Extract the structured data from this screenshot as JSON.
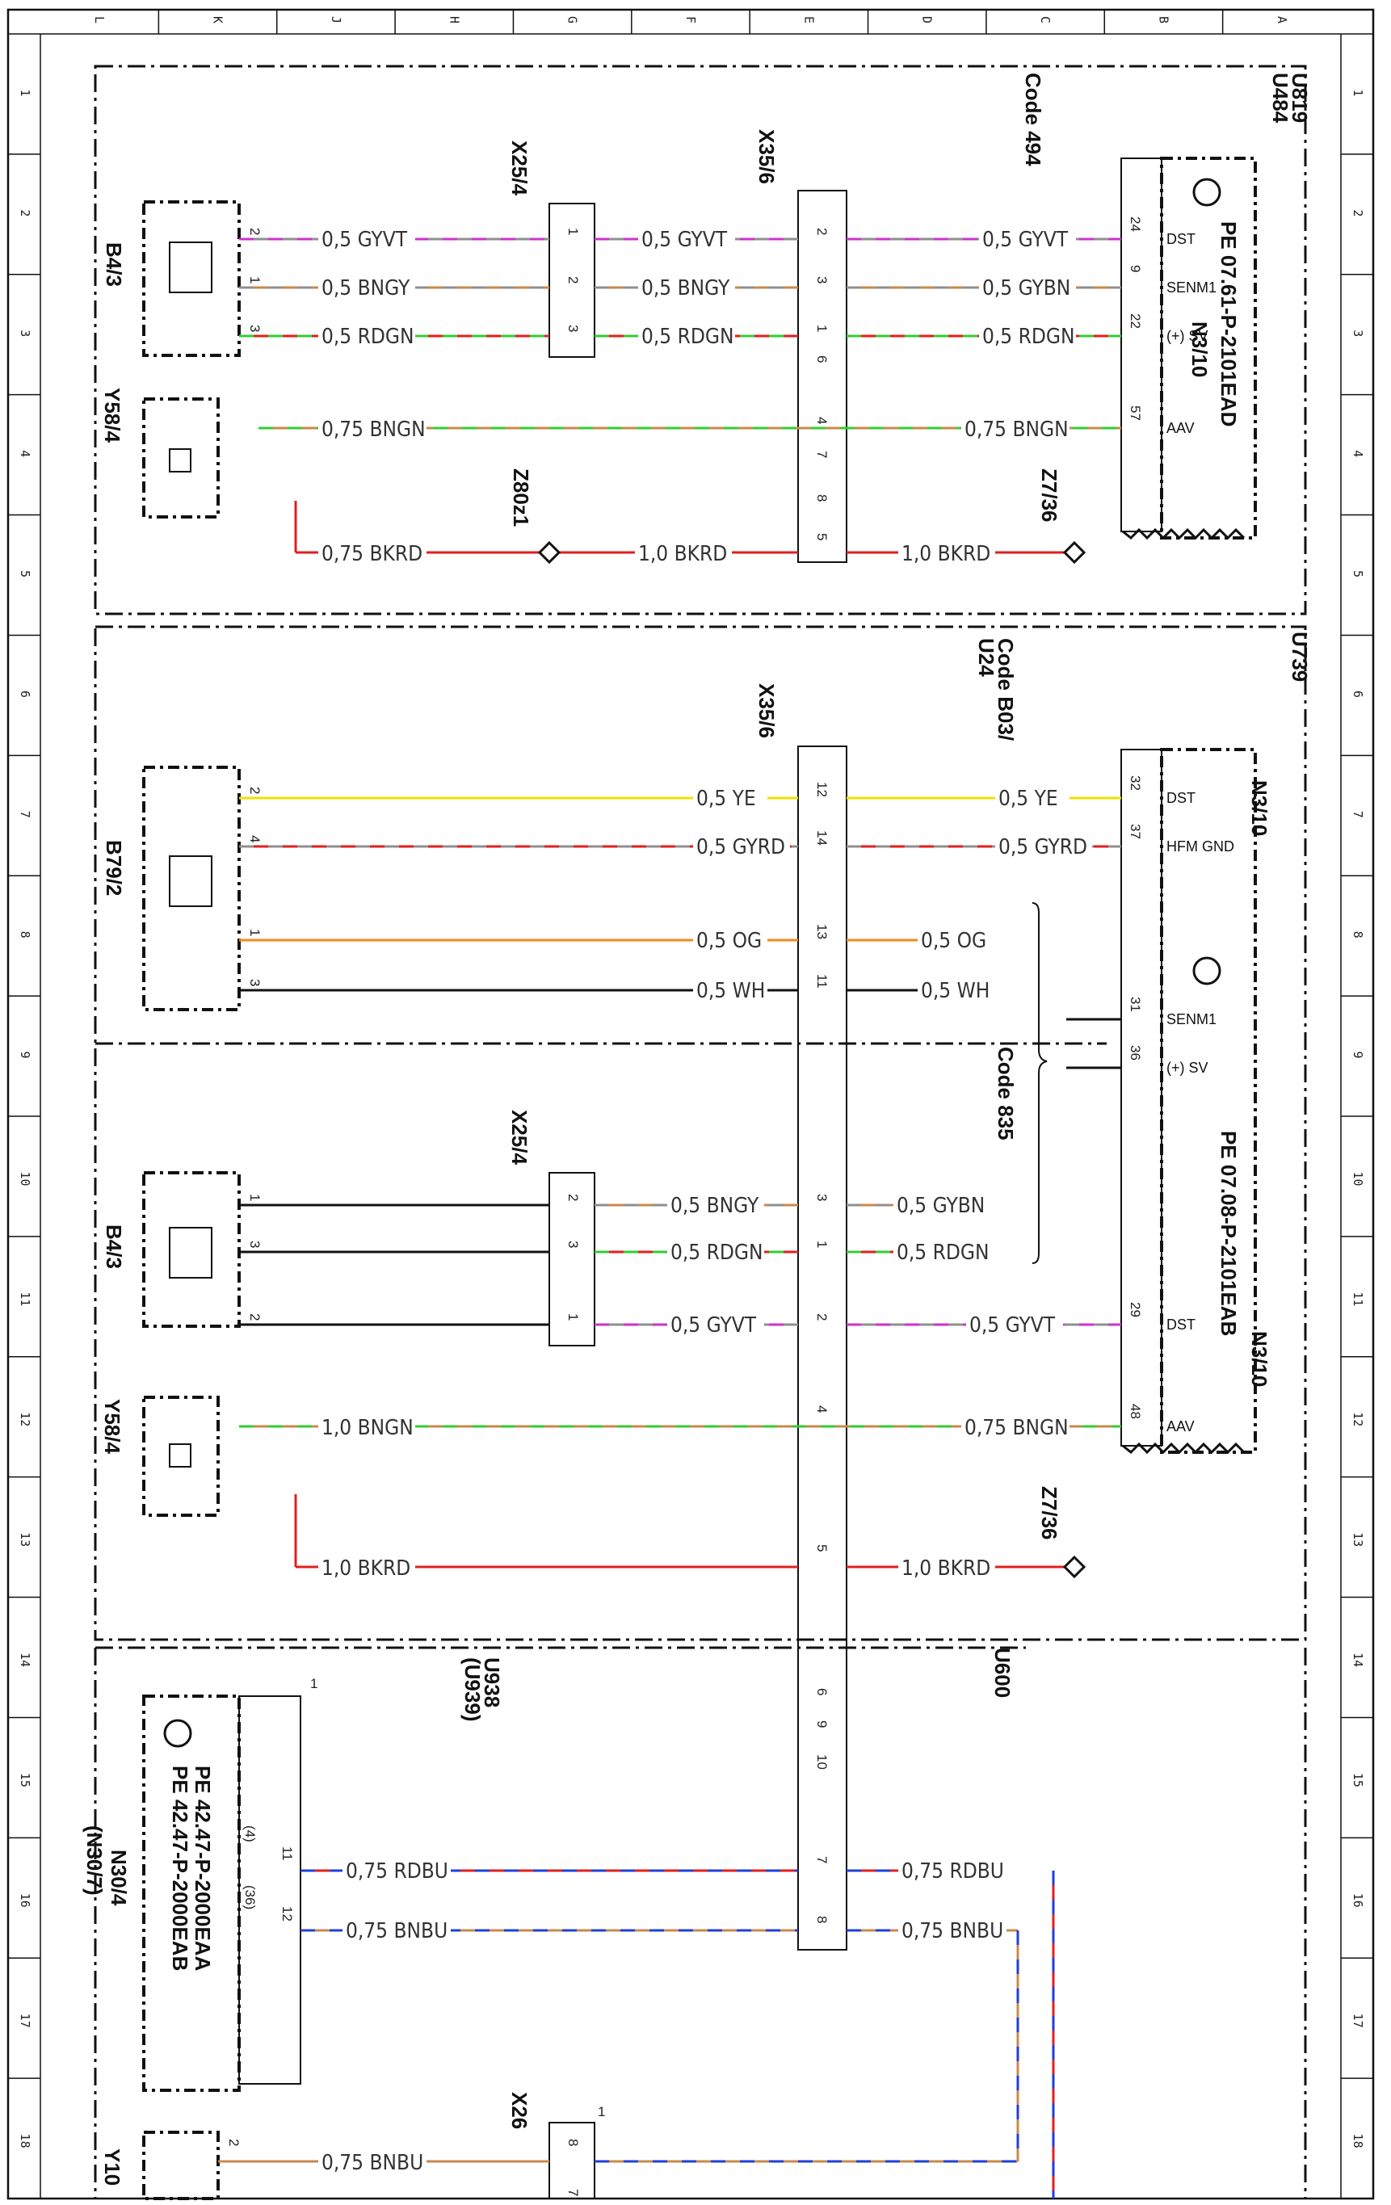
{
  "grid": {
    "columns": [
      "L",
      "K",
      "J",
      "H",
      "G",
      "F",
      "E",
      "D",
      "C",
      "B",
      "A"
    ],
    "rows": [
      "1",
      "2",
      "3",
      "4",
      "5",
      "6",
      "7",
      "8",
      "9",
      "10",
      "11",
      "12",
      "13",
      "14",
      "15",
      "16",
      "17",
      "18"
    ]
  },
  "section1": {
    "codes": [
      "U819",
      "U484",
      "Code 494"
    ],
    "components": {
      "N3_10": "N3/10",
      "pe": "PE 07.61-P-2101EAD",
      "B4_3": "B4/3",
      "Y58_4": "Y58/4",
      "X35_6": "X35/6",
      "X25_4": "X25/4",
      "Z80z1": "Z80z1",
      "Z7_36": "Z7/36"
    },
    "pins_n3": [
      {
        "num": "24",
        "sig": "DST"
      },
      {
        "num": "9",
        "sig": "SENM1"
      },
      {
        "num": "22",
        "sig": "(+) SV"
      },
      {
        "num": "57",
        "sig": "AAV"
      }
    ],
    "wires": [
      {
        "left": "0,5 GYVT",
        "mid": "0,5 GYVT",
        "right": "0,5 GYVT",
        "xa": "1",
        "xb": "2",
        "bp": "2"
      },
      {
        "left": "0,5 BNGY",
        "mid": "0,5 BNGY",
        "right": "0,5 GYBN",
        "xa": "2",
        "xb": "3",
        "bp": "1"
      },
      {
        "left": "0,5 RDGN",
        "mid": "0,5 RDGN",
        "right": "0,5 RDGN",
        "xa": "3",
        "xb": "1",
        "bp": "3"
      }
    ],
    "aav_left": "0,75 BNGN",
    "aav_right": "0,75 BNGN",
    "gnd_left": "0,75 BKRD",
    "gnd_mid": "1,0 BKRD",
    "gnd_right": "1,0 BKRD",
    "x35_extra": [
      "6",
      "4",
      "7",
      "8",
      "5"
    ]
  },
  "section2": {
    "codes": [
      "U739",
      "Code B03/",
      "U24",
      "Code 835"
    ],
    "components": {
      "N3_10a": "N3/10",
      "N3_10b": "N3/10",
      "pe": "PE 07.08-P-2101EAB",
      "B79_2": "B79/2",
      "B4_3": "B4/3",
      "Y58_4": "Y58/4",
      "X35_6": "X35/6",
      "X25_4": "X25/4",
      "Z7_36": "Z7/36"
    },
    "pins_n3": [
      {
        "num": "32",
        "sig": "DST"
      },
      {
        "num": "37",
        "sig": "HFM GND"
      },
      {
        "num": "31",
        "sig": "SENM1"
      },
      {
        "num": "36",
        "sig": "(+) SV"
      },
      {
        "num": "29",
        "sig": "DST"
      },
      {
        "num": "48",
        "sig": "AAV"
      }
    ],
    "b79_wires": [
      {
        "pin": "2",
        "left": "0,5 YE",
        "xpin": "12",
        "right": "0,5 YE"
      },
      {
        "pin": "4",
        "left": "0,5 GYRD",
        "xpin": "14",
        "right": "0,5 GYRD"
      },
      {
        "pin": "1",
        "left": "0,5 OG",
        "xpin": "13",
        "right": "0,5 OG"
      },
      {
        "pin": "3",
        "left": "0,5 WH",
        "xpin": "11",
        "right": "0,5 WH"
      }
    ],
    "b4_wires": [
      {
        "pin": "1",
        "xa": "2",
        "left": "0,5 BNGY",
        "xpin": "3",
        "right": "0,5 GYBN"
      },
      {
        "pin": "3",
        "xa": "3",
        "left": "0,5 RDGN",
        "xpin": "1",
        "right": "0,5 RDGN"
      },
      {
        "pin": "2",
        "xa": "1",
        "left": "0,5 GYVT",
        "xpin": "2",
        "right": "0,5 GYVT"
      }
    ],
    "aav_left": "1,0 BNGN",
    "aav_right": "0,75 BNGN",
    "aav_xpin": "4",
    "gnd_left": "1,0 BKRD",
    "gnd_right": "1,0 BKRD",
    "gnd_xpin": "5"
  },
  "section3": {
    "codes": [
      "U600",
      "U938",
      "(U939)"
    ],
    "components": {
      "N30_4": "N30/4",
      "N30_7": "(N30/7)",
      "pe1": "PE 42.47-P-2000EAA",
      "pe2": "PE 42.47-P-2000EAB",
      "X26": "X26",
      "Y10": "Y10"
    },
    "x35_extra": [
      "6",
      "9",
      "10"
    ],
    "wires": [
      {
        "pins": "11",
        "alt": "(4)",
        "left": "0,75 RDBU",
        "xpin": "7",
        "right": "0,75 RDBU"
      },
      {
        "pins": "12",
        "alt": "(36)",
        "left": "0,75 BNBU",
        "xpin": "8",
        "right": "0,75 BNBU"
      }
    ],
    "bottom_wire": "0,75 BNBU",
    "x26_pins": [
      "8",
      "7"
    ],
    "y10_pins": [
      "2"
    ],
    "misc_1": "1"
  },
  "colors": {
    "gray": "#8f8f8f",
    "violet": "#cc33cc",
    "brown": "#c98a4b",
    "red": "#e01f1f",
    "green": "#33cc33",
    "yellow": "#f0e000",
    "orange": "#f08a1c",
    "blue": "#1f3fd8",
    "black": "#111111"
  }
}
